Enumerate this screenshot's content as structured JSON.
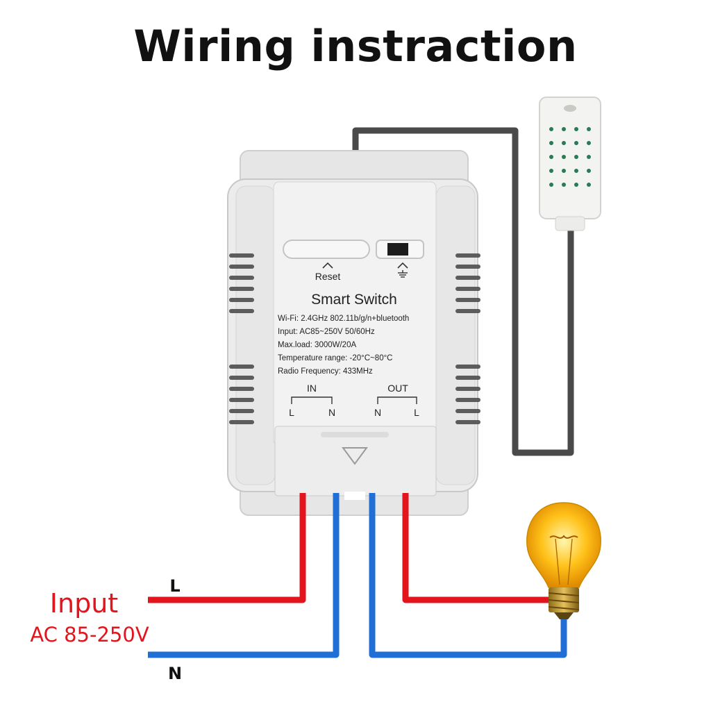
{
  "title": "Wiring instraction",
  "device": {
    "reset_label": "Reset",
    "name": "Smart Switch",
    "specs": [
      "Wi-Fi: 2.4GHz 802.11b/g/n+bluetooth",
      "Input: AC85~250V 50/60Hz",
      "Max.load: 3000W/20A",
      "Temperature range: -20°C~80°C",
      "Radio Frequency: 433MHz"
    ],
    "in_label": "IN",
    "out_label": "OUT",
    "in_terminals": [
      "L",
      "N"
    ],
    "out_terminals": [
      "N",
      "L"
    ]
  },
  "input": {
    "label": "Input",
    "voltage": "AC 85-250V",
    "line_label": "L",
    "neutral_label": "N"
  },
  "colors": {
    "live_wire": "#e3141c",
    "neutral_wire": "#1f6fd6",
    "sensor_cable": "#4a4a4a",
    "device_body": "#ececec"
  }
}
